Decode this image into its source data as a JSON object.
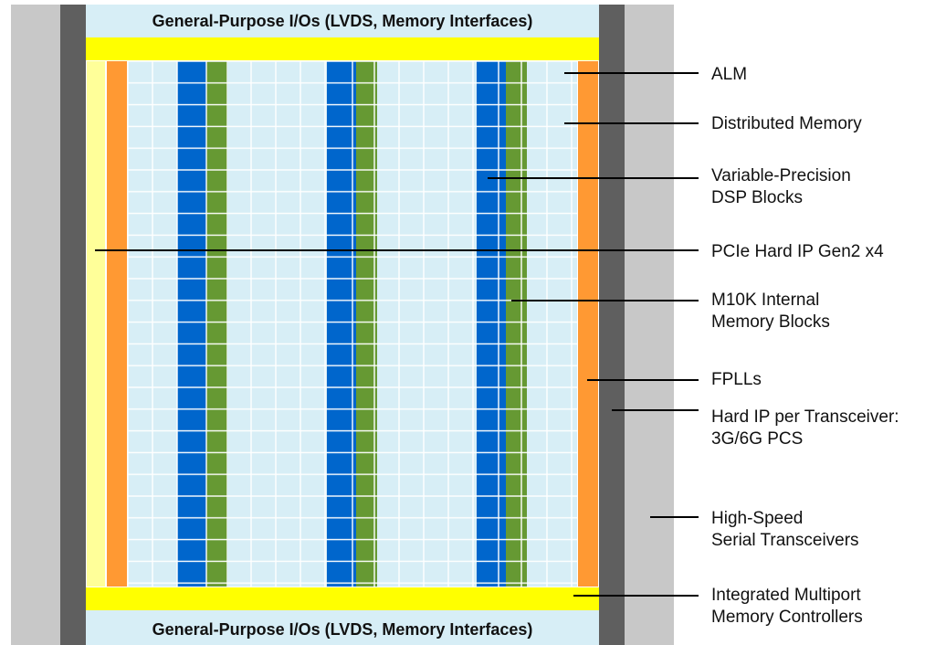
{
  "io_banks": {
    "top_label": "General-Purpose I/Os (LVDS, Memory Interfaces)",
    "bottom_label": "General-Purpose I/Os (LVDS, Memory Interfaces)"
  },
  "callouts": [
    {
      "id": "alm",
      "lines": [
        "ALM"
      ]
    },
    {
      "id": "distributed-memory",
      "lines": [
        "Distributed Memory"
      ]
    },
    {
      "id": "dsp-blocks",
      "lines": [
        "Variable-Precision",
        "DSP Blocks"
      ]
    },
    {
      "id": "pcie-hard-ip",
      "lines": [
        "PCIe Hard IP Gen2 x4"
      ]
    },
    {
      "id": "m10k-memory",
      "lines": [
        "M10K Internal",
        "Memory Blocks"
      ]
    },
    {
      "id": "fplls",
      "lines": [
        "FPLLs"
      ]
    },
    {
      "id": "hard-ip-transceiver",
      "lines": [
        "Hard IP per Transceiver:",
        "3G/6G PCS"
      ]
    },
    {
      "id": "serial-transceivers",
      "lines": [
        "High-Speed",
        "Serial Transceivers"
      ]
    },
    {
      "id": "memory-controllers",
      "lines": [
        "Integrated Multiport",
        "Memory Controllers"
      ]
    }
  ],
  "colors": {
    "transceiver_gray": "#c8c8c8",
    "hard_ip_dark": "#5f5f5f",
    "io_light_blue": "#d7eef6",
    "io_yellow": "#ffff00",
    "pcie_pale_yellow": "#ffff99",
    "fpll_orange": "#ff9933",
    "alm_grid": "#d7eef6",
    "dsp_blue": "#0066cc",
    "m10k_green": "#669933"
  }
}
